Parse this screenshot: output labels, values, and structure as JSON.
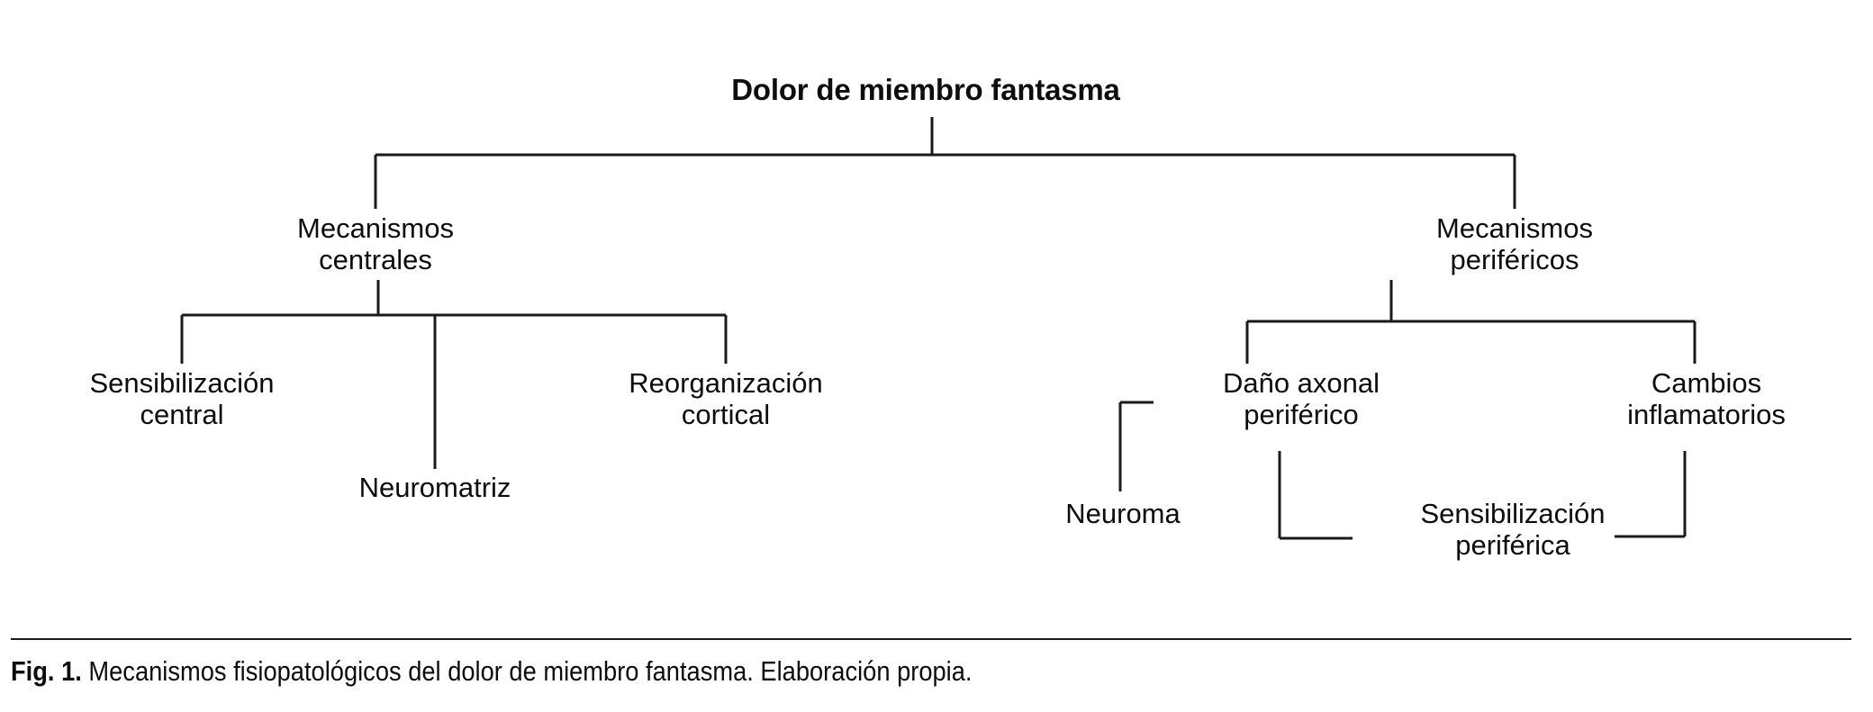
{
  "figure": {
    "root": {
      "label": "Dolor de miembro fantasma"
    },
    "branches": [
      {
        "id": "mecanismos-centrales",
        "label": "Mecanismos\ncentrales",
        "children": [
          {
            "id": "sensibilizacion-central",
            "label": "Sensibilización\ncentral"
          },
          {
            "id": "neuromatriz",
            "label": "Neuromatriz"
          },
          {
            "id": "reorganizacion-cortical",
            "label": "Reorganización\ncortical"
          }
        ]
      },
      {
        "id": "mecanismos-perifericos",
        "label": "Mecanismos\nperiféricos",
        "children": [
          {
            "id": "dano-axonal-periferico",
            "label": "Daño axonal\nperiférico",
            "children": [
              {
                "id": "neuroma",
                "label": "Neuroma"
              },
              {
                "id": "sensibilizacion-periferica",
                "label": "Sensibilización\nperiférica"
              }
            ]
          },
          {
            "id": "cambios-inflamatorios",
            "label": "Cambios\ninflamatorios"
          }
        ]
      }
    ]
  },
  "caption": {
    "fig_label": "Fig. 1.",
    "text": " Mecanismos fisiopatológicos del dolor de miembro fantasma. Elaboración propia."
  },
  "style": {
    "line_color": "#1a1a1a",
    "text_color": "#0d0d0d",
    "background": "#ffffff"
  }
}
